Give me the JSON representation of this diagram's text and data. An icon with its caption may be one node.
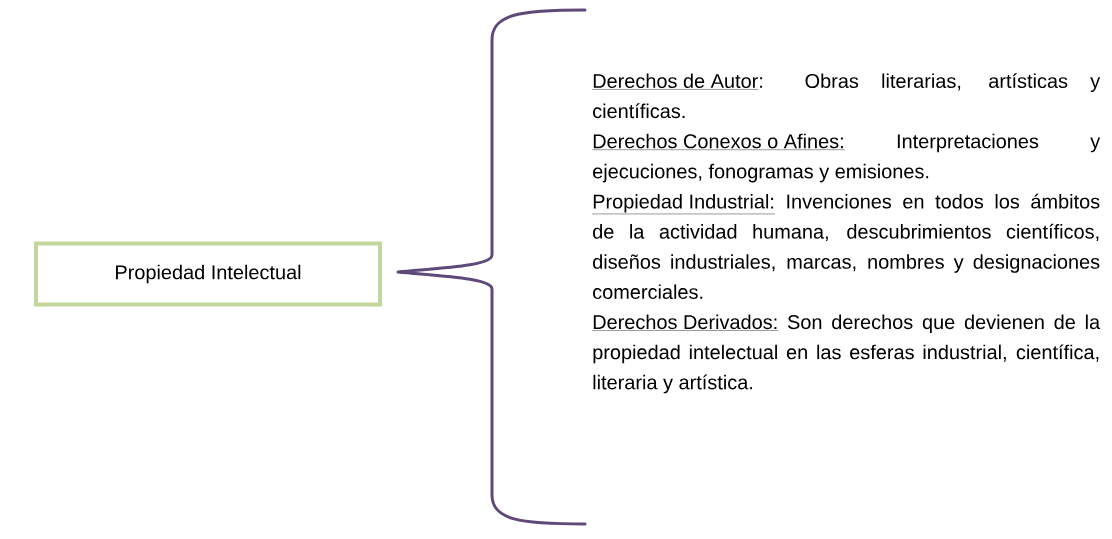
{
  "diagram": {
    "nodes": [
      {
        "text": [
          "Propiedad Intelectual"
        ]
      }
    ],
    "labels": [
      "Derechos de Autor",
      ": Obras literarias, artísticas y científicas.",
      "Derechos Conexos o Afines:",
      "Interpretaciones y ejecuciones, fonogramas y emisiones.",
      "Propiedad Industrial:",
      "Invenciones en todos los ámbitos de la actividad humana, descubrimientos científicos, diseños industriales, marcas, nombres y designaciones comerciales.",
      "Derechos Derivados:",
      "Son derechos que devienen de la propiedad intelectual en las esferas industrial, científica, literaria y artística."
    ]
  }
}
